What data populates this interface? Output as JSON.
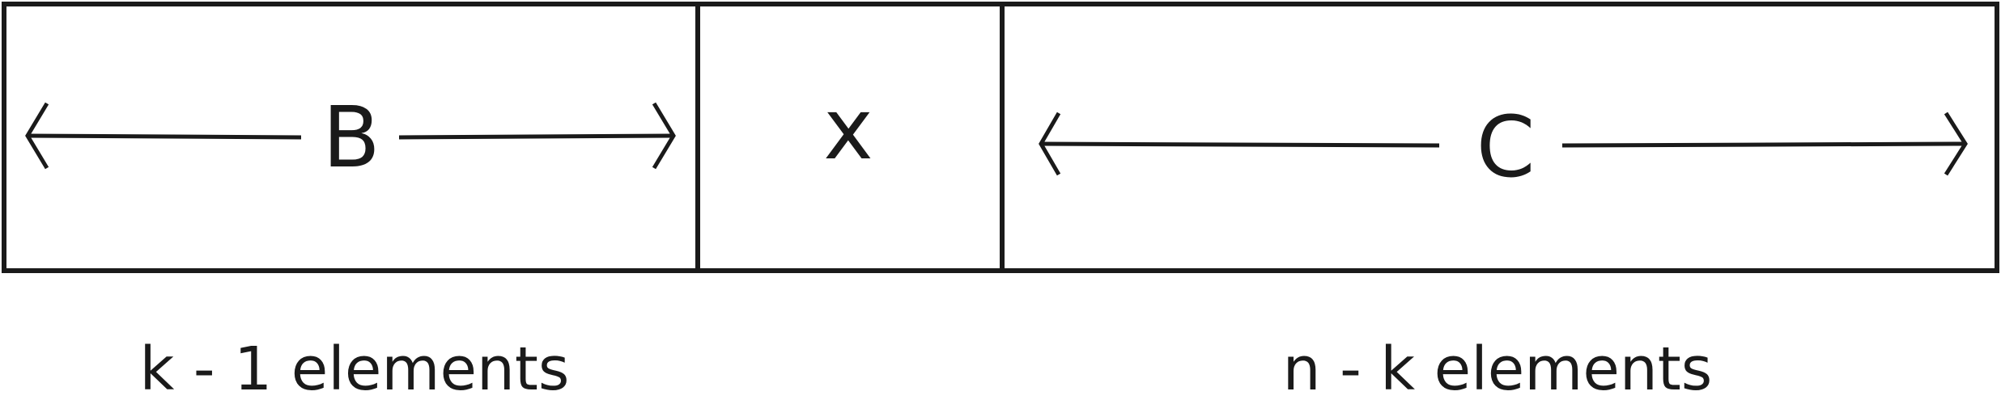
{
  "diagram": {
    "segments": [
      {
        "id": "B",
        "label": "B"
      },
      {
        "id": "x",
        "label": "x"
      },
      {
        "id": "C",
        "label": "C"
      }
    ],
    "counts": {
      "left": "k - 1 elements",
      "right": "n - k elements"
    },
    "colors": {
      "stroke": "#1a1a1a",
      "background": "#ffffff"
    }
  }
}
